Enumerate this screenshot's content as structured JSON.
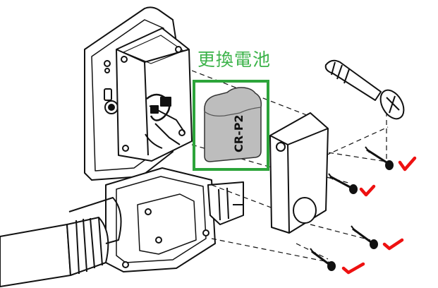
{
  "callout": {
    "text": "更換電池",
    "color": "#3cb34a"
  },
  "battery": {
    "label": "CR-P2",
    "fill": "#bdbdbd"
  },
  "highlight_box": {
    "color": "#2ca43a"
  },
  "check_marks": {
    "color": "#ee1111",
    "count": 4
  },
  "outline_color": "#111111"
}
